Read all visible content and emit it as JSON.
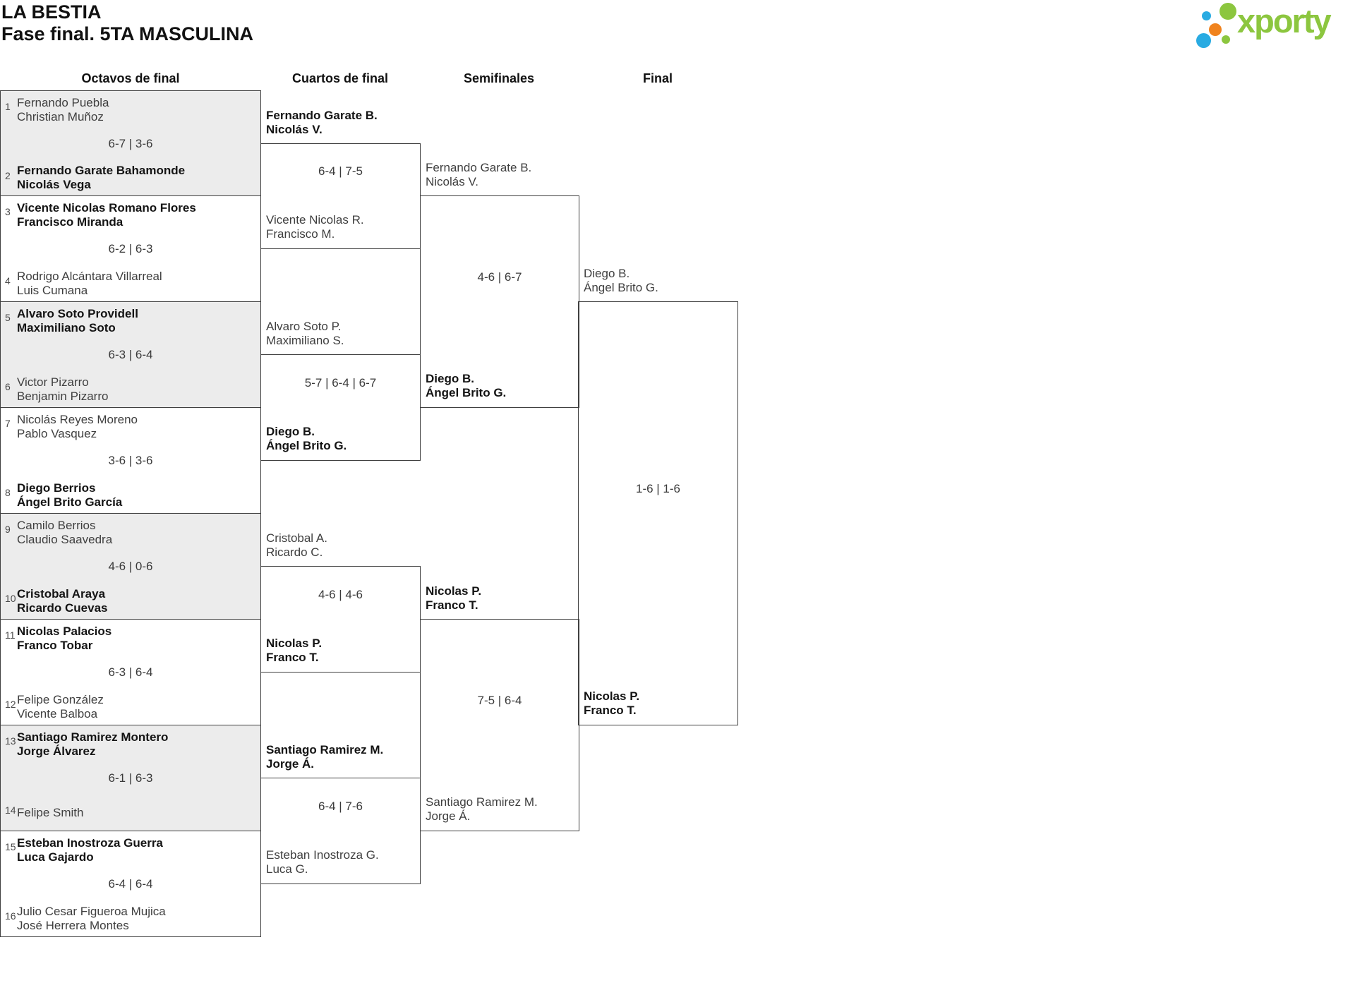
{
  "page": {
    "title_line1": "LA BESTIA",
    "title_line2": "Fase final. 5TA MASCULINA"
  },
  "logo": {
    "brand": "xporty",
    "green": "#8cc63f",
    "blue": "#29abe2",
    "orange": "#f0831e"
  },
  "columns": [
    "Octavos de final",
    "Cuartos de final",
    "Semifinales",
    "Final"
  ],
  "colors": {
    "shaded_box": "#ececec",
    "border": "#3f3f3f"
  },
  "rounds": {
    "octavos": [
      {
        "seed_top": "1",
        "team_top": [
          "Fernando Puebla",
          "Christian Muñoz"
        ],
        "top_winner": false,
        "score": "6-7 | 3-6",
        "seed_bottom": "2",
        "team_bottom": [
          "Fernando Garate Bahamonde",
          "Nicolás Vega"
        ],
        "bottom_winner": true,
        "shaded": true
      },
      {
        "seed_top": "3",
        "team_top": [
          "Vicente Nicolas Romano Flores",
          "Francisco Miranda"
        ],
        "top_winner": true,
        "score": "6-2 | 6-3",
        "seed_bottom": "4",
        "team_bottom": [
          "Rodrigo Alcántara Villarreal",
          "Luis Cumana"
        ],
        "bottom_winner": false,
        "shaded": false
      },
      {
        "seed_top": "5",
        "team_top": [
          "Alvaro Soto Providell",
          "Maximiliano Soto"
        ],
        "top_winner": true,
        "score": "6-3 | 6-4",
        "seed_bottom": "6",
        "team_bottom": [
          "Victor Pizarro",
          "Benjamin Pizarro"
        ],
        "bottom_winner": false,
        "shaded": true
      },
      {
        "seed_top": "7",
        "team_top": [
          "Nicolás Reyes Moreno",
          "Pablo Vasquez"
        ],
        "top_winner": false,
        "score": "3-6 | 3-6",
        "seed_bottom": "8",
        "team_bottom": [
          "Diego Berrios",
          "Ángel Brito García"
        ],
        "bottom_winner": true,
        "shaded": false
      },
      {
        "seed_top": "9",
        "team_top": [
          "Camilo Berrios",
          "Claudio Saavedra"
        ],
        "top_winner": false,
        "score": "4-6 | 0-6",
        "seed_bottom": "10",
        "team_bottom": [
          "Cristobal Araya",
          "Ricardo Cuevas"
        ],
        "bottom_winner": true,
        "shaded": true
      },
      {
        "seed_top": "11",
        "team_top": [
          "Nicolas Palacios",
          "Franco Tobar"
        ],
        "top_winner": true,
        "score": "6-3 | 6-4",
        "seed_bottom": "12",
        "team_bottom": [
          "Felipe González",
          "Vicente Balboa"
        ],
        "bottom_winner": false,
        "shaded": false
      },
      {
        "seed_top": "13",
        "team_top": [
          "Santiago Ramirez Montero",
          "Jorge Álvarez"
        ],
        "top_winner": true,
        "score": "6-1 | 6-3",
        "seed_bottom": "14",
        "team_bottom": [
          "Felipe Smith"
        ],
        "bottom_winner": false,
        "shaded": true
      },
      {
        "seed_top": "15",
        "team_top": [
          "Esteban Inostroza Guerra",
          "Luca Gajardo"
        ],
        "top_winner": true,
        "score": "6-4 | 6-4",
        "seed_bottom": "16",
        "team_bottom": [
          "Julio Cesar Figueroa Mujica",
          "José Herrera Montes"
        ],
        "bottom_winner": false,
        "shaded": false
      }
    ],
    "cuartos": [
      {
        "team_top": [
          "Fernando Garate B.",
          "Nicolás V."
        ],
        "top_winner": true,
        "score": "6-4 | 7-5",
        "team_bottom": [
          "Vicente Nicolas R.",
          "Francisco M."
        ],
        "bottom_winner": false
      },
      {
        "team_top": [
          "Alvaro Soto P.",
          "Maximiliano S."
        ],
        "top_winner": false,
        "score": "5-7 | 6-4 | 6-7",
        "team_bottom": [
          "Diego B.",
          "Ángel Brito G."
        ],
        "bottom_winner": true
      },
      {
        "team_top": [
          "Cristobal A.",
          "Ricardo C."
        ],
        "top_winner": false,
        "score": "4-6 | 4-6",
        "team_bottom": [
          "Nicolas P.",
          "Franco T."
        ],
        "bottom_winner": true
      },
      {
        "team_top": [
          "Santiago Ramirez M.",
          "Jorge Á."
        ],
        "top_winner": true,
        "score": "6-4 | 7-6",
        "team_bottom": [
          "Esteban Inostroza G.",
          "Luca G."
        ],
        "bottom_winner": false
      }
    ],
    "semifinales": [
      {
        "team_top": [
          "Fernando Garate B.",
          "Nicolás V."
        ],
        "top_winner": false,
        "score": "4-6 | 6-7",
        "team_bottom": [
          "Diego B.",
          "Ángel Brito G."
        ],
        "bottom_winner": true
      },
      {
        "team_top": [
          "Nicolas P.",
          "Franco T."
        ],
        "top_winner": true,
        "score": "7-5 | 6-4",
        "team_bottom": [
          "Santiago Ramirez M.",
          "Jorge Á."
        ],
        "bottom_winner": false
      }
    ],
    "final": [
      {
        "team_top": [
          "Diego B.",
          "Ángel Brito G."
        ],
        "top_winner": false,
        "score": "1-6 | 1-6",
        "team_bottom": [
          "Nicolas P.",
          "Franco T."
        ],
        "bottom_winner": true
      }
    ]
  }
}
